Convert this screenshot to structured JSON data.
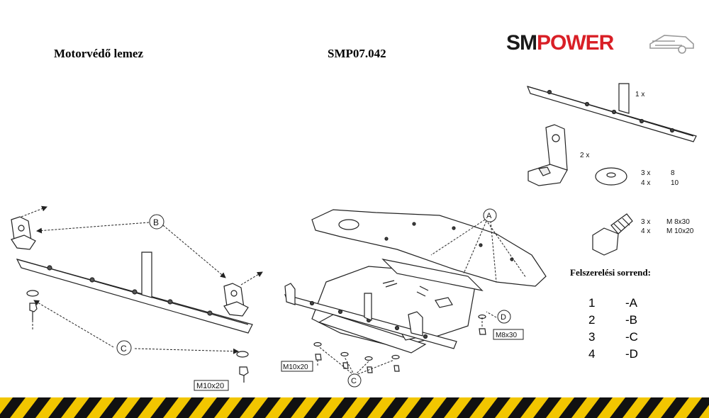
{
  "header": {
    "title": "Motorvédő lemez",
    "code": "SMP07.042"
  },
  "logo": {
    "part1": "SM",
    "part2": "POWER",
    "color1": "#1a1a1a",
    "color2": "#d91f26"
  },
  "parts": {
    "crossbar_qty": "1 x",
    "bracket_qty": "2 x",
    "washer_qty": [
      "3 x",
      "4 x"
    ],
    "washer_size": [
      "8",
      "10"
    ],
    "bolt_qty": [
      "3 x",
      "4 x"
    ],
    "bolt_size": [
      "M 8x30",
      "M 10x20"
    ]
  },
  "callouts": {
    "a": "A",
    "b": "B",
    "c_left": "C",
    "c_right": "C",
    "d": "D",
    "bolt_left": "M10x20",
    "bolt_mid": "M10x20",
    "bolt_right": "M8x30"
  },
  "install": {
    "title": "Felszerelési sorrend:",
    "steps": [
      {
        "num": "1",
        "code": "-A"
      },
      {
        "num": "2",
        "code": "-B"
      },
      {
        "num": "3",
        "code": "-C"
      },
      {
        "num": "4",
        "code": "-D"
      }
    ]
  },
  "colors": {
    "stripe_yellow": "#f2c600",
    "stripe_black": "#111111",
    "line": "#222222"
  }
}
